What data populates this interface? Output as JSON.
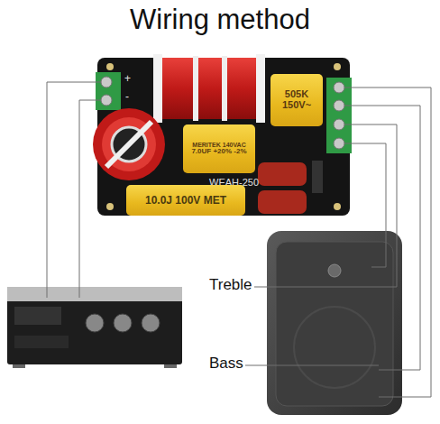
{
  "diagram": {
    "title": "Wiring method",
    "nodes": [
      {
        "text": [
          "WEAH-250"
        ]
      },
      {
        "text": [
          "505K 150V~"
        ],
        "in": 0
      },
      {
        "text": [
          "MERITEK 140VAC",
          "7.0UF +20% -2%"
        ],
        "in": 0
      },
      {
        "text": [
          "10.0J 100V MET"
        ],
        "in": 0
      }
    ],
    "labels": [
      "+",
      "-",
      "Treble",
      "Bass"
    ]
  }
}
